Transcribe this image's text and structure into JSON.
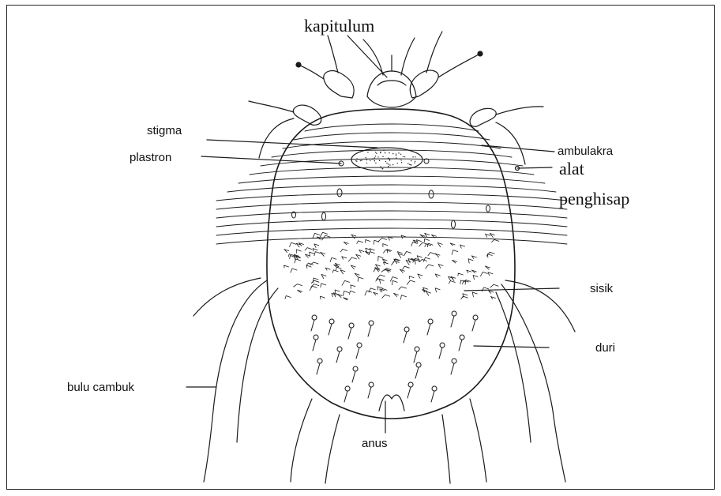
{
  "labels": {
    "kapitulum": "kapitulum",
    "stigma": "stigma",
    "plastron": "plastron",
    "ambulakra": "ambulakra",
    "alat": "alat",
    "penghisap": "penghisap",
    "sisik": "sisik",
    "duri": "duri",
    "bulu_cambuk": "bulu cambuk",
    "anus": "anus"
  }
}
